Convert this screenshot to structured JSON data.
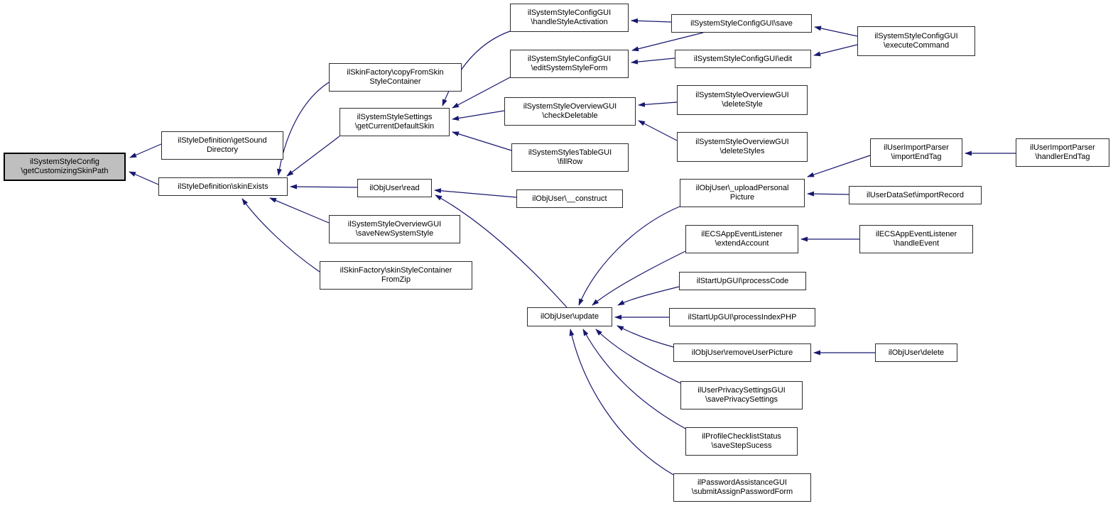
{
  "diagram": {
    "type": "doxygen-caller-graph",
    "edge_color": "#191970",
    "node_background": "#ffffff",
    "highlighted_node_background": "#bfbfbf",
    "nodes": {
      "getCustomizingSkinPath": {
        "label": "ilSystemStyleConfig\n\\getCustomizingSkinPath",
        "highlighted": true
      },
      "getSoundDirectory": {
        "label": "ilStyleDefinition\\getSound\nDirectory",
        "highlighted": false
      },
      "skinExists": {
        "label": "ilStyleDefinition\\skinExists",
        "highlighted": false
      },
      "copyFromSkinStyleContainer": {
        "label": "ilSkinFactory\\copyFromSkin\nStyleContainer",
        "highlighted": false
      },
      "getCurrentDefaultSkin": {
        "label": "ilSystemStyleSettings\n\\getCurrentDefaultSkin",
        "highlighted": false
      },
      "read": {
        "label": "ilObjUser\\read",
        "highlighted": false
      },
      "saveNewSystemStyle": {
        "label": "ilSystemStyleOverviewGUI\n\\saveNewSystemStyle",
        "highlighted": false
      },
      "skinStyleContainerFromZip": {
        "label": "ilSkinFactory\\skinStyleContainer\nFromZip",
        "highlighted": false
      },
      "handleStyleActivation": {
        "label": "ilSystemStyleConfigGUI\n\\handleStyleActivation",
        "highlighted": false
      },
      "editSystemStyleForm": {
        "label": "ilSystemStyleConfigGUI\n\\editSystemStyleForm",
        "highlighted": false
      },
      "checkDeletable": {
        "label": "ilSystemStyleOverviewGUI\n\\checkDeletable",
        "highlighted": false
      },
      "fillRow": {
        "label": "ilSystemStylesTableGUI\n\\fillRow",
        "highlighted": false
      },
      "construct": {
        "label": "ilObjUser\\__construct",
        "highlighted": false
      },
      "update": {
        "label": "ilObjUser\\update",
        "highlighted": false
      },
      "save": {
        "label": "ilSystemStyleConfigGUI\\save",
        "highlighted": false
      },
      "edit": {
        "label": "ilSystemStyleConfigGUI\\edit",
        "highlighted": false
      },
      "deleteStyle": {
        "label": "ilSystemStyleOverviewGUI\n\\deleteStyle",
        "highlighted": false
      },
      "deleteStyles": {
        "label": "ilSystemStyleOverviewGUI\n\\deleteStyles",
        "highlighted": false
      },
      "uploadPersonalPicture": {
        "label": "ilObjUser\\_uploadPersonal\nPicture",
        "highlighted": false
      },
      "extendAccount": {
        "label": "ilECSAppEventListener\n\\extendAccount",
        "highlighted": false
      },
      "processCode": {
        "label": "ilStartUpGUI\\processCode",
        "highlighted": false
      },
      "processIndexPHP": {
        "label": "ilStartUpGUI\\processIndexPHP",
        "highlighted": false
      },
      "removeUserPicture": {
        "label": "ilObjUser\\removeUserPicture",
        "highlighted": false
      },
      "savePrivacySettings": {
        "label": "ilUserPrivacySettingsGUI\n\\savePrivacySettings",
        "highlighted": false
      },
      "saveStepSucess": {
        "label": "ilProfileChecklistStatus\n\\saveStepSucess",
        "highlighted": false
      },
      "submitAssignPasswordForm": {
        "label": "ilPasswordAssistanceGUI\n\\submitAssignPasswordForm",
        "highlighted": false
      },
      "executeCommand": {
        "label": "ilSystemStyleConfigGUI\n\\executeCommand",
        "highlighted": false
      },
      "importEndTag": {
        "label": "ilUserImportParser\n\\importEndTag",
        "highlighted": false
      },
      "importRecord": {
        "label": "ilUserDataSet\\importRecord",
        "highlighted": false
      },
      "handleEvent": {
        "label": "ilECSAppEventListener\n\\handleEvent",
        "highlighted": false
      },
      "delete": {
        "label": "ilObjUser\\delete",
        "highlighted": false
      },
      "handlerEndTag": {
        "label": "ilUserImportParser\n\\handlerEndTag",
        "highlighted": false
      }
    },
    "edges": [
      {
        "from": "getSoundDirectory",
        "to": "getCustomizingSkinPath"
      },
      {
        "from": "skinExists",
        "to": "getCustomizingSkinPath"
      },
      {
        "from": "copyFromSkinStyleContainer",
        "to": "skinExists"
      },
      {
        "from": "getCurrentDefaultSkin",
        "to": "skinExists"
      },
      {
        "from": "read",
        "to": "skinExists"
      },
      {
        "from": "saveNewSystemStyle",
        "to": "skinExists"
      },
      {
        "from": "skinStyleContainerFromZip",
        "to": "skinExists"
      },
      {
        "from": "handleStyleActivation",
        "to": "getCurrentDefaultSkin"
      },
      {
        "from": "editSystemStyleForm",
        "to": "getCurrentDefaultSkin"
      },
      {
        "from": "checkDeletable",
        "to": "getCurrentDefaultSkin"
      },
      {
        "from": "fillRow",
        "to": "getCurrentDefaultSkin"
      },
      {
        "from": "save",
        "to": "handleStyleActivation"
      },
      {
        "from": "save",
        "to": "editSystemStyleForm"
      },
      {
        "from": "edit",
        "to": "editSystemStyleForm"
      },
      {
        "from": "executeCommand",
        "to": "save"
      },
      {
        "from": "executeCommand",
        "to": "edit"
      },
      {
        "from": "deleteStyle",
        "to": "checkDeletable"
      },
      {
        "from": "deleteStyles",
        "to": "checkDeletable"
      },
      {
        "from": "construct",
        "to": "read"
      },
      {
        "from": "update",
        "to": "read"
      },
      {
        "from": "importEndTag",
        "to": "uploadPersonalPicture"
      },
      {
        "from": "importRecord",
        "to": "uploadPersonalPicture"
      },
      {
        "from": "handlerEndTag",
        "to": "importEndTag"
      },
      {
        "from": "handleEvent",
        "to": "extendAccount"
      },
      {
        "from": "uploadPersonalPicture",
        "to": "update"
      },
      {
        "from": "extendAccount",
        "to": "update"
      },
      {
        "from": "processCode",
        "to": "update"
      },
      {
        "from": "processIndexPHP",
        "to": "update"
      },
      {
        "from": "removeUserPicture",
        "to": "update"
      },
      {
        "from": "savePrivacySettings",
        "to": "update"
      },
      {
        "from": "saveStepSucess",
        "to": "update"
      },
      {
        "from": "submitAssignPasswordForm",
        "to": "update"
      },
      {
        "from": "delete",
        "to": "removeUserPicture"
      }
    ]
  }
}
